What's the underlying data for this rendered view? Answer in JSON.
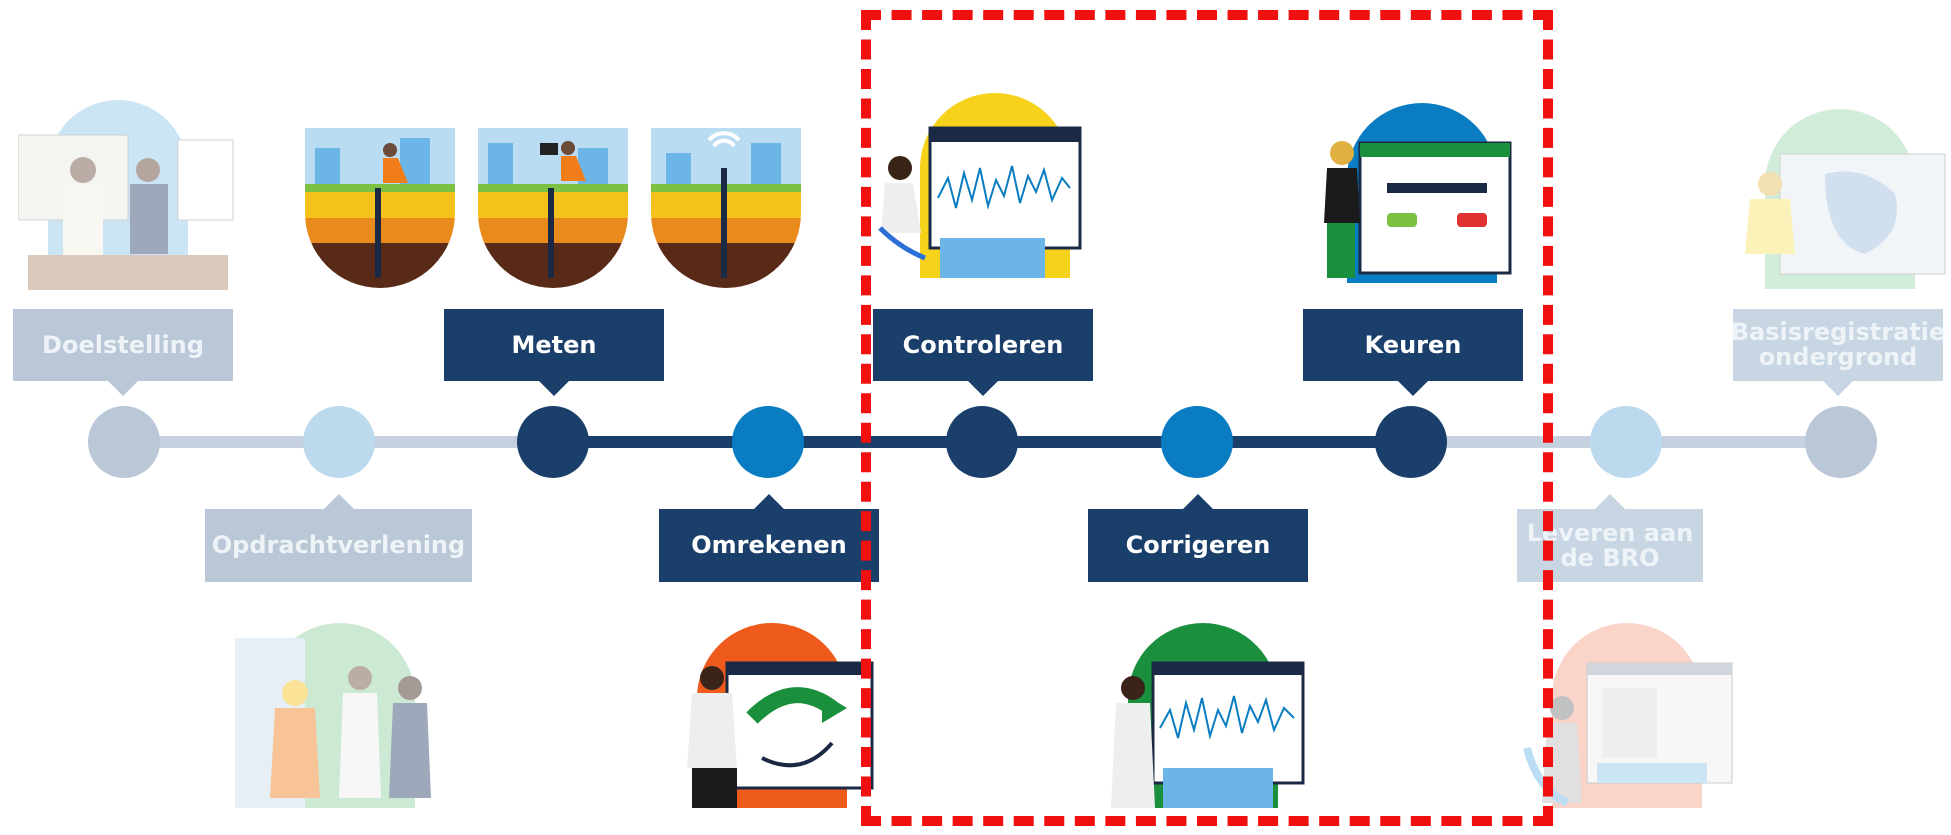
{
  "steps": {
    "doelstelling": "Doelstelling",
    "opdrachtverlening": "Opdrachtverlening",
    "meten": "Meten",
    "omrekenen": "Omrekenen",
    "controleren": "Controleren",
    "corrigeren": "Corrigeren",
    "keuren": "Keuren",
    "leveren": "Leveren aan de BRO",
    "basisregistratie": "Basisregistratie ondergrond"
  },
  "colors": {
    "dark_blue": "#1b3f6b",
    "mid_blue": "#0a7cc1",
    "faded_grey": "#b9c7d6",
    "faded_light_blue": "#bcd9ee",
    "highlight_dash": "#f01010"
  },
  "icons": [
    "meeting-illustration",
    "field-measurement-illustration",
    "data-monitor-illustration",
    "graph-monitor-illustration",
    "approval-illustration",
    "map-illustration",
    "handshake-illustration",
    "conversion-illustration",
    "correction-illustration",
    "delivery-illustration"
  ]
}
